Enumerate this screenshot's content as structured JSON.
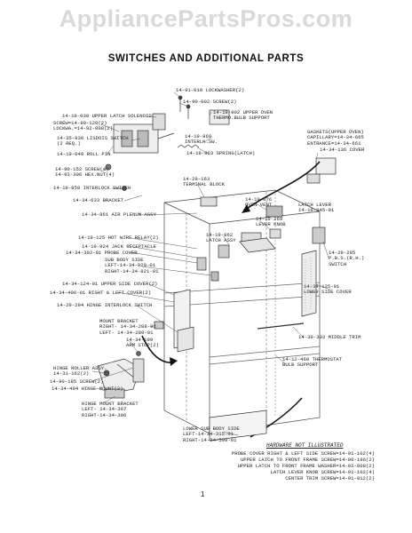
{
  "watermark": "AppliancePartsPros.com",
  "page_title": "SWITCHES AND ADDITIONAL PARTS",
  "labels": {
    "lockwasher": "14-91-010 LOCKWASHER(2)",
    "screw_top": "14-90-002 SCREW(2)",
    "upper_latch_solenoid": "14-19-030 UPPER LATCH SOLENOID",
    "screw_lockwa": "SCREW=14-90-129(2)\nLOCKWA.=14-92-008(2)",
    "upper_oven_bulb": "14-19-902 UPPER OVEN\nTHERMO.BULB SUPPORT",
    "gaskets": "GASKETS(UPPER OVEN)\nCAPILLARY=14-34-665\nENTRANCE=14-34-661",
    "cover_136": "14-34-136 COVER",
    "lisdois": "14-35-930 LISDOIS SWITCH\n(2 REQ.)",
    "interlk_sw": "14-19-869\nINTERLK.SW.",
    "roll_pin": "14-19-049 ROLL PIN",
    "spring": "14-19-963 SPRING(LATCH)",
    "screw_hexnut": "14-90-152 SCREW(4)\n14-93-306 HEX.NUT(4)",
    "terminal_block": "14-29-163\nTERMINAL BLOCK",
    "interlock_switch": "14-19-859 INTERLOCK SWITCH",
    "bracket": "14-34-633 BRACKET",
    "oven_vent": "14-19-076\nOVEN VENT",
    "latch_lever": "LATCH LEVER\n14-19-345-01",
    "air_plenum": "14-34-861 AIR PLENUM ASSY",
    "lever_knob": "14-19-269\nLEVER KNOB",
    "hot_wire_relay": "14-19-125 HOT WIRE RELAY(2)",
    "latch_assy": "14-19-862\nLATCH ASSY",
    "jack_receptacle": "14-19-924 JACK RECEPTACLE",
    "probe_cover": "14-34-392-01 PROBE COVER",
    "pbs_switch": "14-29-295\nP.B.S.(R.H.)\nSWITCH",
    "sub_body_side": "SUB BODY SIDE\nLEFT-14-34-820-01\nRIGHT-14-34-821-01",
    "upper_side_cover": "14-34-124-01 UPPER SIDE COVER(2)",
    "lower_side_cover": "14-34-125-01\nLOWER SIDE COVER",
    "right_left_cover": "14-34-406-01 RIGHT & LEFT COVER(2)",
    "hinge_interlock": "14-29-294 HINGE INTERLOCK SWITCH",
    "mount_bracket": "MOUNT BRACKET\nRIGHT- 14-34-288-01\nLEFT- 14-34-289-01",
    "middle_trim": "14-39-303 MIDDLE TRIM",
    "arm_stop": "14-34-199\nARM STOP(2)",
    "thermostat_bulb": "14-12-460 THERMOSTAT\nBULB SUPPORT",
    "hinge_roller": "HINGE ROLLER ASSY.\n14-31-162(2)",
    "screw_185": "14-90-185 SCREW(2)",
    "hinge_mount_2": "14-34-494 HINGE MOUNT(2)",
    "hinge_mount_bracket": "HINGE MOUNT BRACKET\nLEFT- 14-34-307\nRIGHT-14-34-306",
    "lower_sub_body": "LOWER SUB BODY SIDE\nLEFT-14-34-315-01\nRIGHT-14-34-599-01"
  },
  "hardware": {
    "title": "HARDWARE NOT ILLUSTRATED",
    "lines": [
      "PROBE COVER RIGHT & LEFT SIDE SCREW=14-91-102(4)",
      "UPPER LATCH TO FRONT FRAME SCREW=14-90-196(2)",
      "UPPER LATCH TO FRONT FRAME WASHER=14-92-008(2)",
      "LATCH LEVER KNOB SCREW=14-91-102(4)",
      "CENTER TRIM SCREW=14-91-012(2)"
    ]
  },
  "page_number": "1"
}
